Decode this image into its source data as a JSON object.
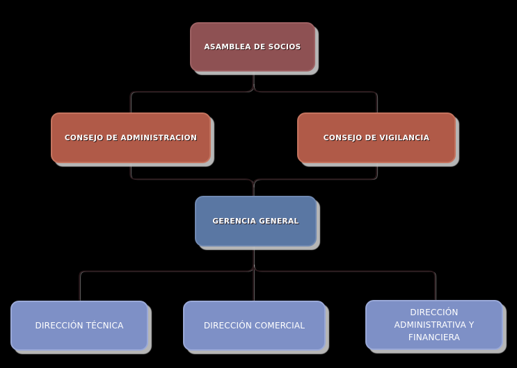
{
  "diagram_type": "org-chart",
  "nodes": {
    "asamblea": {
      "label": "ASAMBLEA DE SOCIOS",
      "level": 1
    },
    "consejo_administracion": {
      "label": "CONSEJO DE ADMINISTRACION",
      "level": 2
    },
    "consejo_vigilancia": {
      "label": "CONSEJO DE VIGILANCIA",
      "level": 2
    },
    "gerencia_general": {
      "label": "GERENCIA GENERAL",
      "level": 3
    },
    "direccion_tecnica": {
      "label": "DIRECCIÓN TÉCNICA",
      "level": 4
    },
    "direccion_comercial": {
      "label": "DIRECCIÓN COMERCIAL",
      "level": 4
    },
    "direccion_administrativa_financiera": {
      "label": "DIRECCIÓN ADMINISTRATIVA Y FINANCIERA",
      "level": 4
    }
  },
  "edges": [
    {
      "from": "asamblea",
      "to": "consejo_administracion"
    },
    {
      "from": "asamblea",
      "to": "consejo_vigilancia"
    },
    {
      "from": "consejo_administracion",
      "to": "gerencia_general"
    },
    {
      "from": "consejo_vigilancia",
      "to": "gerencia_general"
    },
    {
      "from": "gerencia_general",
      "to": "direccion_tecnica"
    },
    {
      "from": "gerencia_general",
      "to": "direccion_comercial"
    },
    {
      "from": "gerencia_general",
      "to": "direccion_administrativa_financiera"
    }
  ],
  "colors": {
    "background": "#000000",
    "line_color": "#2b191c",
    "line_echo": "#bdbdbd",
    "level1_fill": "#8e5153",
    "level1_border": "#9e6264",
    "level2_fill": "#b05a48",
    "level2_border": "#c4745f",
    "level3_fill": "#5a77a3",
    "level3_border": "#7089b2",
    "level4_fill": "#7e90c6",
    "level4_border": "#9aa9d8",
    "text_color": "#ffffff"
  }
}
